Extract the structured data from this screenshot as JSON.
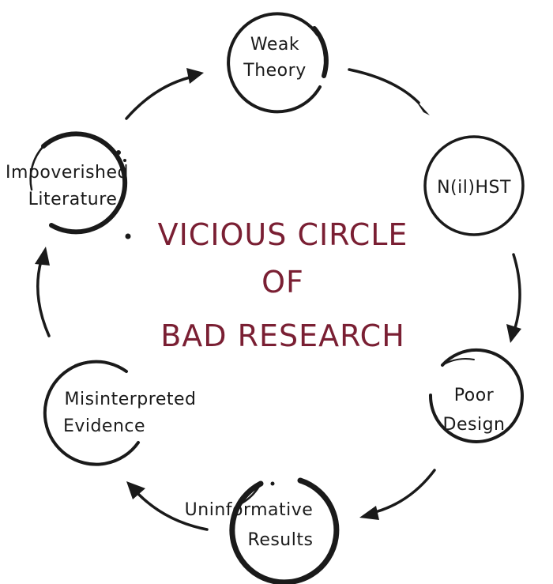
{
  "title": {
    "line1": "VICIOUS CIRCLE",
    "line2": "OF",
    "line3": "BAD RESEARCH",
    "color": "#7a1f33"
  },
  "nodes": [
    {
      "id": "weak-theory",
      "lines": [
        "Weak",
        "Theory"
      ]
    },
    {
      "id": "nilhst",
      "lines": [
        "N(il)HST"
      ]
    },
    {
      "id": "poor-design",
      "lines": [
        "Poor",
        "Design"
      ]
    },
    {
      "id": "uninformative-results",
      "lines": [
        "Uninformative",
        "Results"
      ]
    },
    {
      "id": "misinterpreted-evidence",
      "lines": [
        "Misinterpreted",
        "Evidence"
      ]
    },
    {
      "id": "impoverished-literature",
      "lines": [
        "Impoverished",
        "Literature"
      ]
    }
  ],
  "colors": {
    "ink": "#1a1a1a",
    "background": "#ffffff"
  }
}
